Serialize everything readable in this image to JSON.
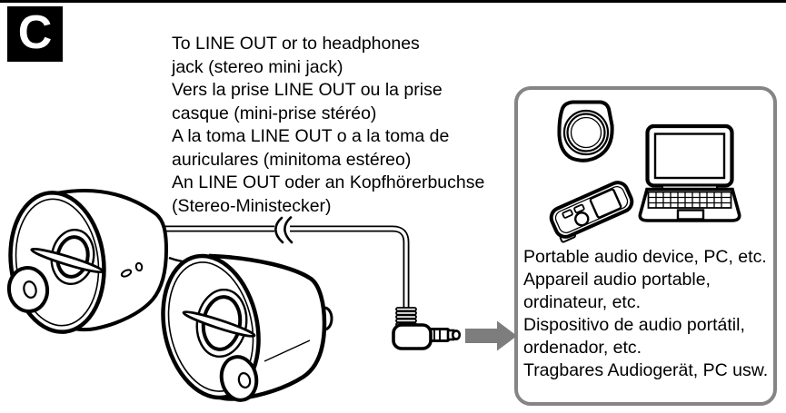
{
  "figure_label": "C",
  "connection_note": {
    "lines": [
      "To LINE OUT or to headphones",
      "jack (stereo mini jack)",
      "Vers la prise LINE OUT ou la prise",
      "casque (mini-prise stéréo)",
      "A la toma LINE OUT o a la toma de",
      "auriculares (minitoma estéreo)",
      "An LINE OUT oder an Kopfhörerbuchse",
      "(Stereo-Ministecker)"
    ]
  },
  "device_box": {
    "lines": [
      "Portable audio device, PC, etc.",
      "Appareil audio portable,",
      "ordinateur, etc.",
      "Dispositivo de audio portátil,",
      "ordenador, etc.",
      "Tragbares Audiogerät, PC usw."
    ],
    "icons": [
      "round-speaker-icon",
      "portable-audio-player-icon",
      "laptop-icon"
    ]
  },
  "illustration": {
    "items": [
      "left-speaker",
      "right-speaker",
      "speaker-link-cable",
      "audio-cable",
      "cable-break-symbol",
      "stereo-mini-plug",
      "arrow-to-device-box"
    ]
  },
  "colors": {
    "line_art": "#000000",
    "box_border": "#858585",
    "arrow": "#7d7d7d",
    "background": "#ffffff"
  }
}
